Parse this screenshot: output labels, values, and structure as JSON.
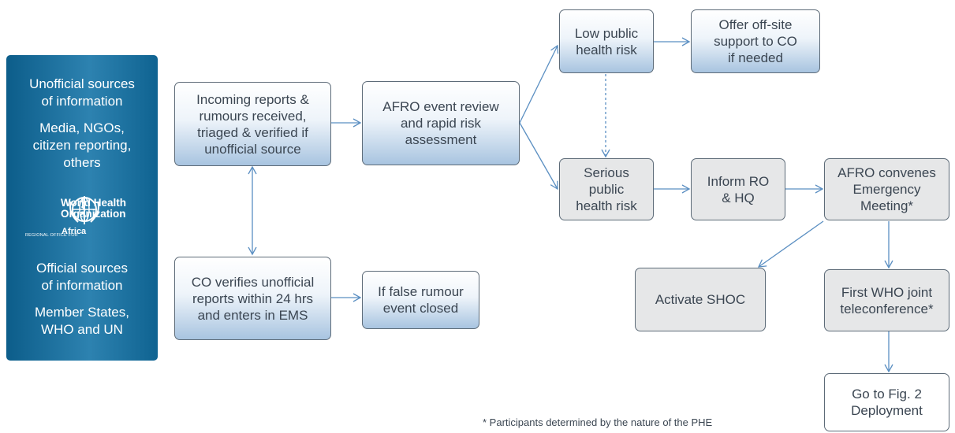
{
  "sidebar": {
    "unofficial_title": "Unofficial sources\nof information",
    "unofficial_examples": "Media, NGOs,\ncitizen reporting,\nothers",
    "logo": {
      "name": "World Health\nOrganization",
      "sub": "REGIONAL OFFICE FOR",
      "region": "Africa"
    },
    "official_title": "Official sources\nof information",
    "official_examples": "Member States,\nWHO and UN"
  },
  "nodes": {
    "incoming_reports": "Incoming reports &\nrumours received,\ntriaged & verified if\nunofficial source",
    "co_verifies": "CO verifies unofficial\nreports within 24 hrs\nand enters in EMS",
    "false_rumour": "If false rumour\nevent closed",
    "afro_review": "AFRO event review\nand rapid risk\nassessment",
    "low_risk": "Low public\nhealth risk",
    "offsite_support": "Offer off-site\nsupport to CO\nif needed",
    "serious_risk": "Serious\npublic\nhealth risk",
    "inform_ro_hq": "Inform RO\n& HQ",
    "afro_convenes": "AFRO convenes\nEmergency\nMeeting*",
    "activate_shoc": "Activate SHOC",
    "first_teleconf": "First WHO joint\nteleconference*",
    "go_fig2": "Go to Fig. 2\nDeployment"
  },
  "footnote": "* Participants  determined by the nature of the PHE",
  "colors": {
    "sidebar": "#1a6e9e",
    "arrow": "#5b8fc2",
    "box_border": "#5d6b78",
    "grey_fill": "#e6e7e8"
  }
}
